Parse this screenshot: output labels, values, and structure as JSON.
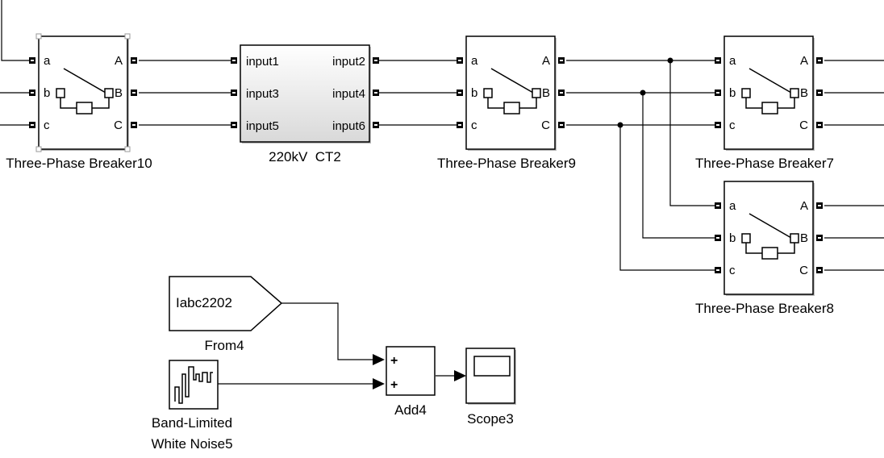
{
  "diagram": {
    "breakers": [
      {
        "id": "b10",
        "name": "Three-Phase Breaker10",
        "ports_in": [
          "a",
          "b",
          "c"
        ],
        "ports_out": [
          "A",
          "B",
          "C"
        ],
        "selected": true
      },
      {
        "id": "b9",
        "name": "Three-Phase Breaker9",
        "ports_in": [
          "a",
          "b",
          "c"
        ],
        "ports_out": [
          "A",
          "B",
          "C"
        ],
        "selected": false
      },
      {
        "id": "b7",
        "name": "Three-Phase Breaker7",
        "ports_in": [
          "a",
          "b",
          "c"
        ],
        "ports_out": [
          "A",
          "B",
          "C"
        ],
        "selected": false
      },
      {
        "id": "b8",
        "name": "Three-Phase Breaker8",
        "ports_in": [
          "a",
          "b",
          "c"
        ],
        "ports_out": [
          "A",
          "B",
          "C"
        ],
        "selected": false
      }
    ],
    "subsystem": {
      "name": "220kV  CT2",
      "inputs": [
        "input1",
        "input3",
        "input5"
      ],
      "outputs": [
        "input2",
        "input4",
        "input6"
      ]
    },
    "from_block": {
      "tag": "Iabc2202",
      "name": "From4"
    },
    "noise_block": {
      "name_line1": "Band-Limited",
      "name_line2": "White Noise5"
    },
    "add_block": {
      "name": "Add4",
      "signs": [
        "+",
        "+"
      ]
    },
    "scope_block": {
      "name": "Scope3"
    }
  }
}
